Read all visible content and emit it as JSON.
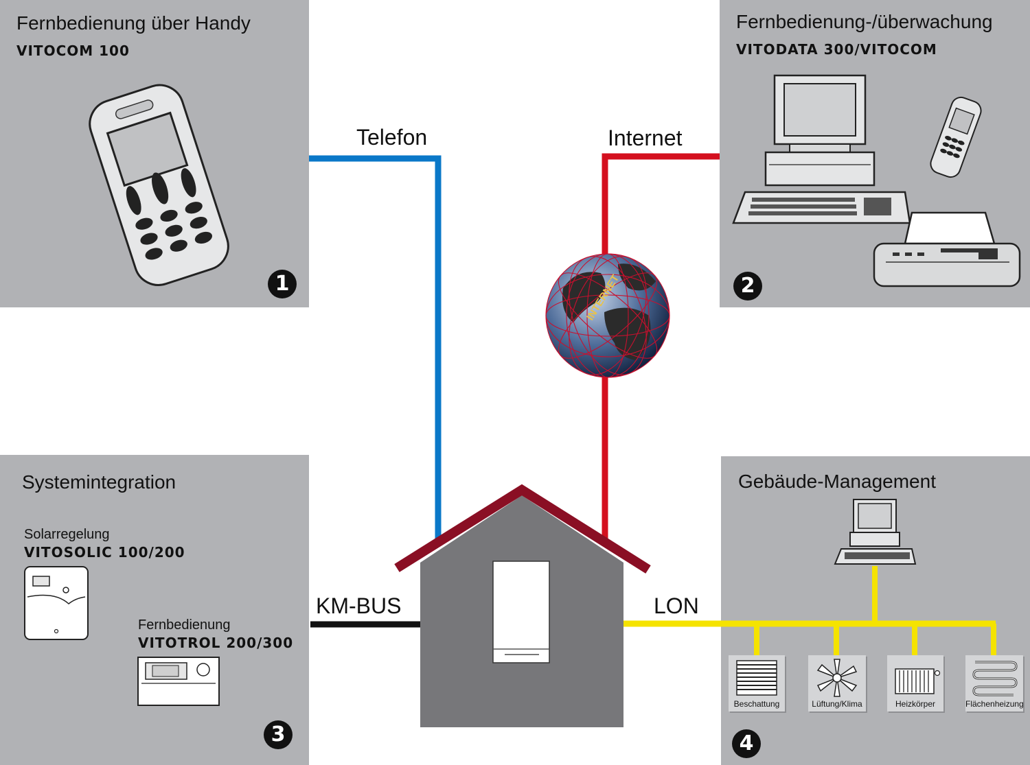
{
  "panels": {
    "p1": {
      "title": "Fernbedienung über Handy",
      "subtitle": "VITOCOM 100",
      "number": "1"
    },
    "p2": {
      "title": "Fernbedienung-/überwachung",
      "subtitle": "VITODATA 300/VITOCOM",
      "number": "2"
    },
    "p3": {
      "title": "Systemintegration",
      "solar_label": "Solarregelung",
      "solar_product": "VITOSOLIC 100/200",
      "remote_label": "Fernbedienung",
      "remote_product": "VITOTROL 200/300",
      "number": "3"
    },
    "p4": {
      "title": "Gebäude-Management",
      "number": "4",
      "devices": [
        "Beschattung",
        "Lüftung/Klima",
        "Heizkörper",
        "Flächenheizung"
      ]
    }
  },
  "connections": {
    "telefon": "Telefon",
    "internet": "Internet",
    "kmbus": "KM-BUS",
    "lon": "LON"
  },
  "globe_text": "INTERNET",
  "colors": {
    "panel": "#b1b2b5",
    "telefon": "#0a78c8",
    "internet": "#d4101f",
    "kmbus": "#111111",
    "lon": "#f5e300",
    "roof": "#8a0f24",
    "house": "#77777a"
  }
}
